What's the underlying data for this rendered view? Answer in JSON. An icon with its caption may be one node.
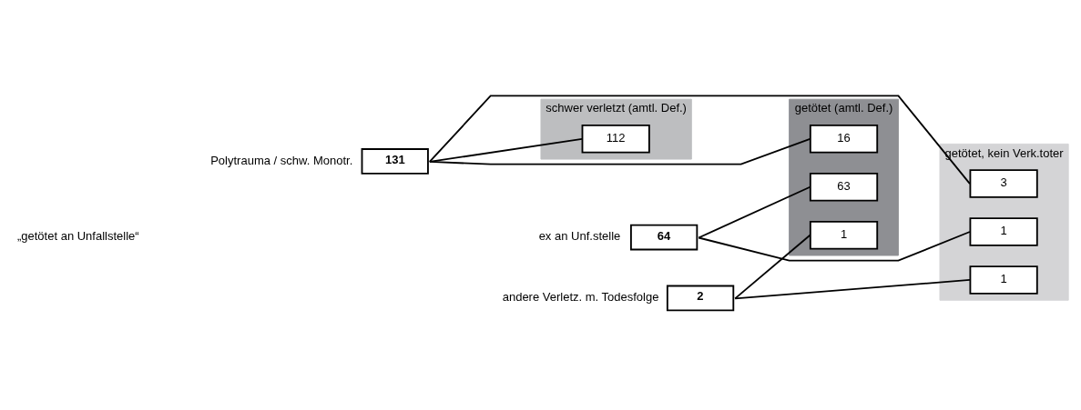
{
  "diagram": {
    "nodes": [
      {
        "text": [
          "schwer verletzt (amtl. Def.)"
        ]
      },
      {
        "text": [
          "getötet (amtl. Def.)"
        ]
      },
      {
        "text": [
          "getötet, kein Verk.toter"
        ]
      },
      {
        "text": [
          "131"
        ],
        "beside": [
          "Polytrauma / schw. Monotr."
        ]
      },
      {
        "text": [
          "112"
        ],
        "in": 0
      },
      {
        "text": [
          "16"
        ],
        "in": 1
      },
      {
        "text": [
          "3"
        ],
        "in": 2
      },
      {
        "text": [
          "64"
        ],
        "beside": [
          "ex an Unf.stelle"
        ]
      },
      {
        "text": [
          "63"
        ],
        "in": 1
      },
      {
        "text": [
          "1"
        ],
        "in": 2
      },
      {
        "text": [
          "2"
        ],
        "beside": [
          "andere Verletz. m. Todesfolge"
        ]
      },
      {
        "text": [
          "1"
        ],
        "in": 1
      },
      {
        "text": [
          "1"
        ],
        "in": 2
      }
    ],
    "edges": [
      {
        "from": 3,
        "to": 4,
        "arrow": "none"
      },
      {
        "from": 3,
        "to": 5,
        "arrow": "none"
      },
      {
        "from": 3,
        "to": 6,
        "arrow": "none"
      },
      {
        "from": 7,
        "to": 8,
        "arrow": "none"
      },
      {
        "from": 7,
        "to": 9,
        "arrow": "none"
      },
      {
        "from": 10,
        "to": 11,
        "arrow": "none"
      },
      {
        "from": 10,
        "to": 12,
        "arrow": "none"
      }
    ],
    "labels": [
      "„getötet an Unfallstelle“"
    ]
  }
}
